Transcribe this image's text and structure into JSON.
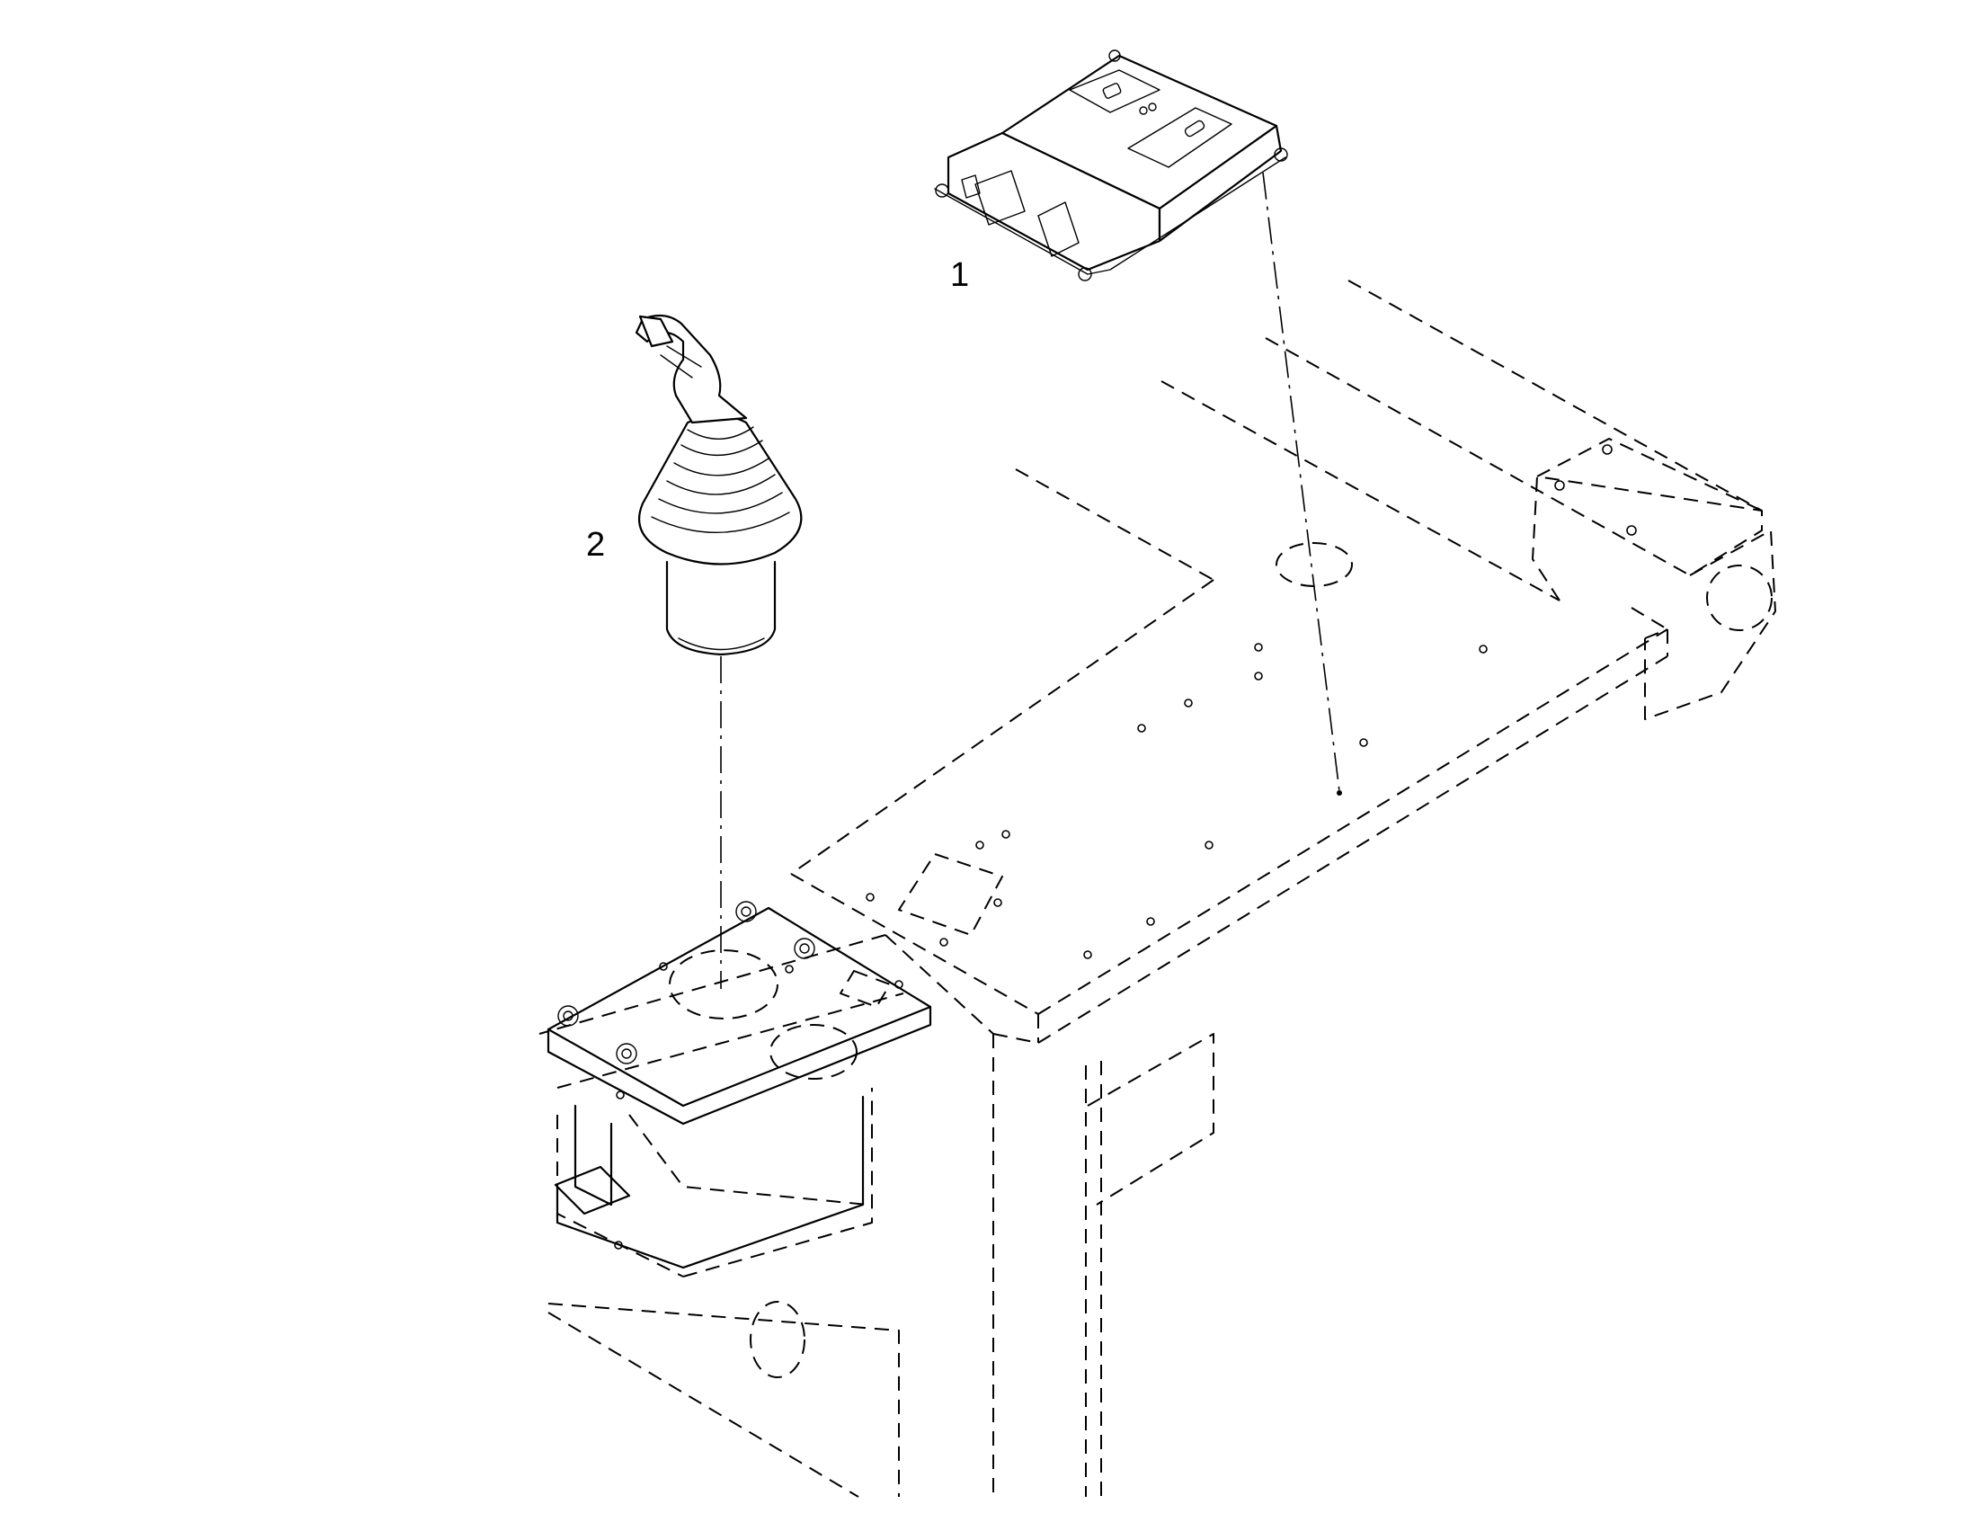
{
  "callouts": [
    {
      "id": "1",
      "label": "1",
      "part": "electronic-control-unit"
    },
    {
      "id": "2",
      "label": "2",
      "part": "joystick-control"
    }
  ],
  "colors": {
    "line": "#000000",
    "background": "#ffffff"
  }
}
